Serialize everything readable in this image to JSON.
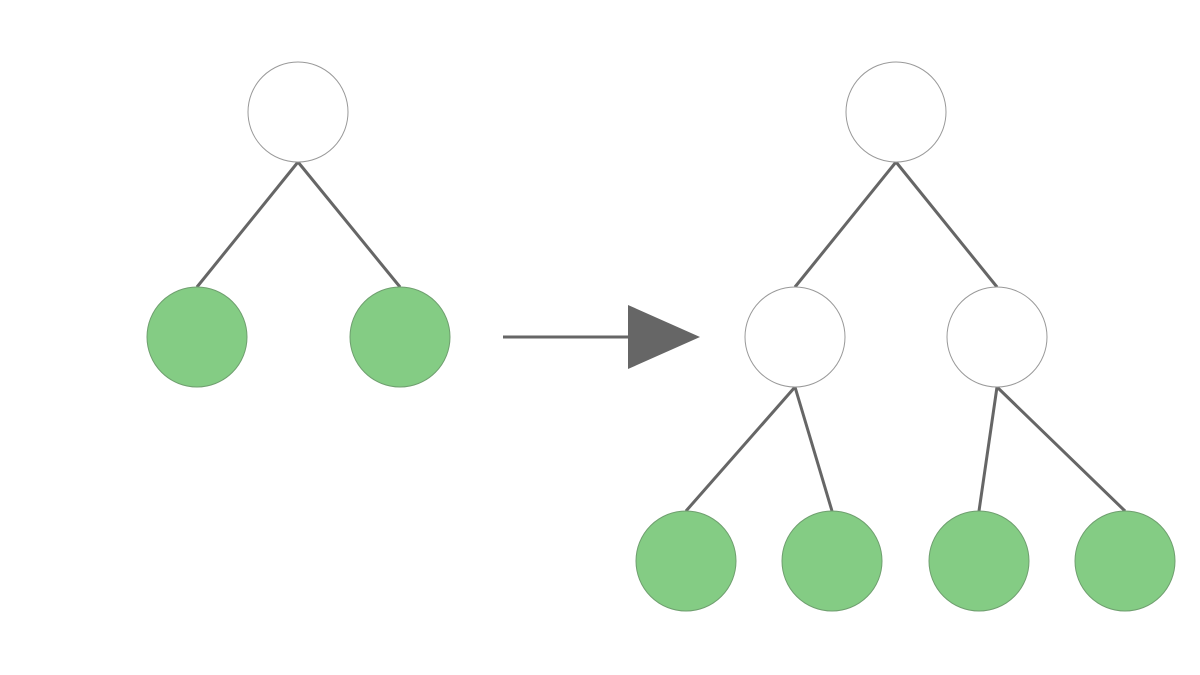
{
  "colors": {
    "background": "#ffffff",
    "edge": "#666666",
    "arrow": "#666666",
    "internal_node_fill": "#ffffff",
    "internal_node_stroke": "#999999",
    "leaf_node_fill": "#84cc84",
    "leaf_node_stroke": "#6f9f6f"
  },
  "before_tree": {
    "root": {
      "kind": "internal",
      "children": [
        {
          "kind": "leaf"
        },
        {
          "kind": "leaf"
        }
      ]
    }
  },
  "transition": {
    "icon": "right-arrow-icon"
  },
  "after_tree": {
    "root": {
      "kind": "internal",
      "children": [
        {
          "kind": "internal",
          "children": [
            {
              "kind": "leaf"
            },
            {
              "kind": "leaf"
            }
          ]
        },
        {
          "kind": "internal",
          "children": [
            {
              "kind": "leaf"
            },
            {
              "kind": "leaf"
            }
          ]
        }
      ]
    }
  }
}
